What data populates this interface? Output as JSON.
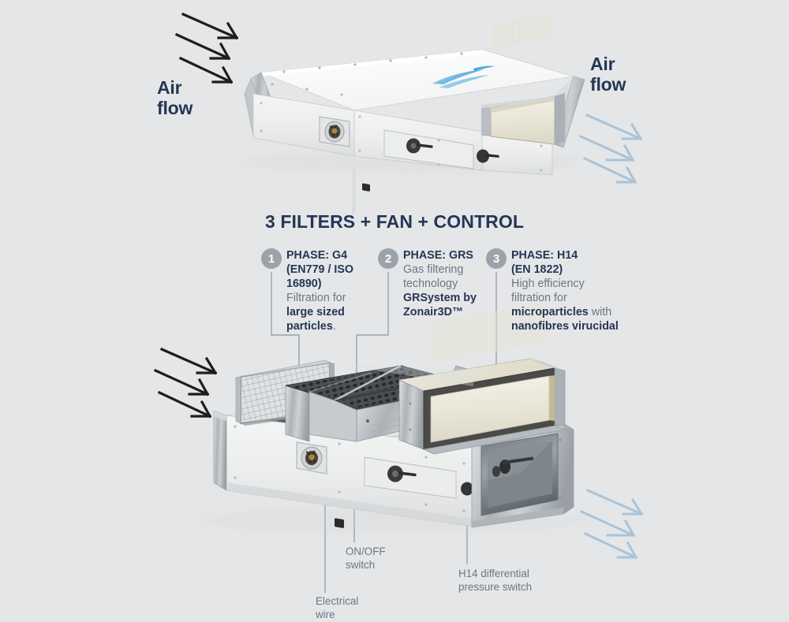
{
  "meta": {
    "background_color": "#e5e6e8",
    "accent_dark": "#253655",
    "accent_gray": "#6d7680",
    "badge_color": "#9aa2aa",
    "airflow_in_arrow_color": "#1d1d1b",
    "airflow_out_arrow_color": "#a8c4da"
  },
  "airflow": {
    "left_label": "Air\nflow",
    "right_label": "Air\nflow"
  },
  "section": {
    "title": "3 FILTERS + FAN + CONTROL"
  },
  "phases": [
    {
      "number": "1",
      "heading": "PHASE: G4",
      "standard": "(EN779 / ISO 16890)",
      "description_plain": "Filtration for ",
      "description_bold": "large sized particles",
      "description_tail": "."
    },
    {
      "number": "2",
      "heading": "PHASE: GRS",
      "standard": "",
      "description_plain": "Gas filtering technology ",
      "description_bold": "GRSystem by Zonair3D™",
      "description_tail": ""
    },
    {
      "number": "3",
      "heading": "PHASE: H14",
      "standard": "(EN 1822)",
      "description_plain": "High efficiency filtration for ",
      "description_bold": "microparticles",
      "description_tail": " with ",
      "description_bold2": "nanofibres virucidal"
    }
  ],
  "callouts": {
    "onoff_switch": "ON/OFF\nswitch",
    "electrical_wire": "Electrical\nwire",
    "h14_pressure_switch": "H14 differential\npressure switch"
  },
  "product": {
    "top_unit_name": "assembled-air-purification-unit",
    "bottom_unit_name": "exploded-air-purification-unit",
    "logo_text": "",
    "components": [
      "g4-mesh-filter",
      "grs-gas-filter-module",
      "h14-hepa-filter",
      "fan-housing",
      "outlet-duct",
      "access-panel",
      "control-handle"
    ]
  }
}
